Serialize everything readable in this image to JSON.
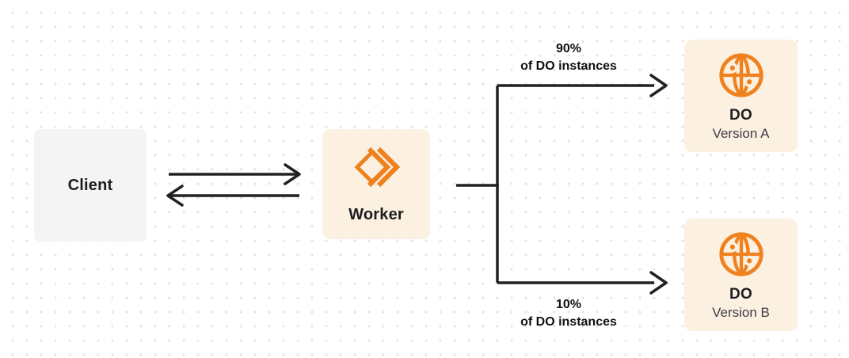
{
  "colors": {
    "background": "#ffffff",
    "dot_grid": "#e4e4e4",
    "accent_orange": "#f0811f",
    "node_cream_bg": "#fcf0e1",
    "node_gray_bg": "#f4f4f5",
    "connector": "#212121",
    "text_primary": "#1d1d1f",
    "text_secondary": "#3e3e44"
  },
  "nodes": {
    "client": {
      "label": "Client"
    },
    "worker": {
      "label": "Worker",
      "icon": "cloudflare-workers-icon"
    },
    "do_version_a": {
      "title": "DO",
      "subtitle": "Version A",
      "icon": "globe-icon"
    },
    "do_version_b": {
      "title": "DO",
      "subtitle": "Version B",
      "icon": "globe-icon"
    }
  },
  "edge_labels": {
    "top": {
      "line1": "90%",
      "line2": "of DO instances"
    },
    "bottom": {
      "line1": "10%",
      "line2": "of DO instances"
    }
  }
}
